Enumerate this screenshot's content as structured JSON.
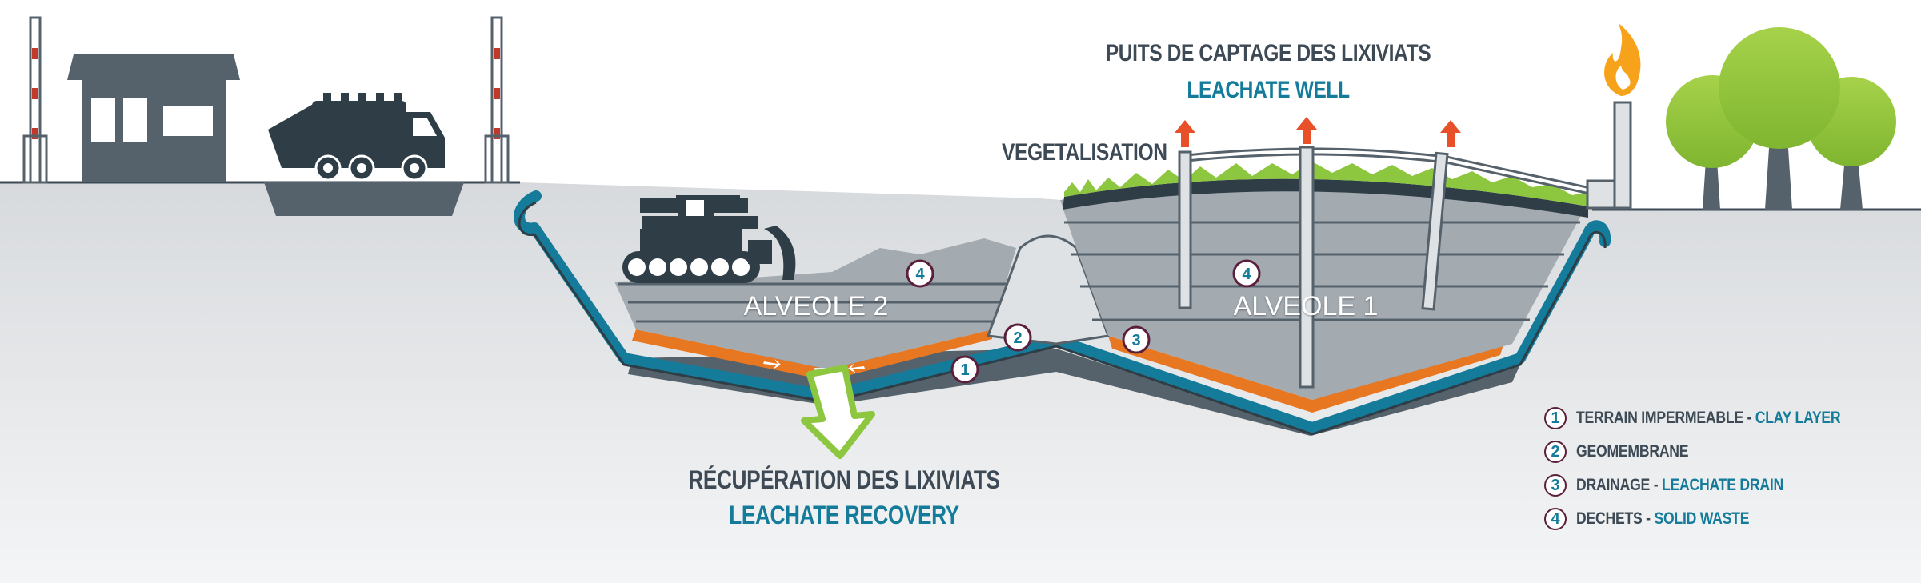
{
  "labels": {
    "well_fr": "PUITS DE CAPTAGE DES LIXIVIATS",
    "well_en": "LEACHATE WELL",
    "vegetalisation": "VEGETALISATION",
    "recovery_fr": "RÉCUPÉRATION DES LIXIVIATS",
    "recovery_en": "LEACHATE RECOVERY",
    "cell_2": "ALVEOLE 2",
    "cell_1": "ALVEOLE 1"
  },
  "markers": [
    "4",
    "4",
    "2",
    "1",
    "3"
  ],
  "legend": [
    {
      "number": "1",
      "fr": "TERRAIN IMPERMEABLE",
      "sep": " - ",
      "en": "CLAY LAYER"
    },
    {
      "number": "2",
      "fr": "GEOMEMBRANE",
      "sep": "",
      "en": ""
    },
    {
      "number": "3",
      "fr": "DRAINAGE",
      "sep": " - ",
      "en": "LEACHATE DRAIN"
    },
    {
      "number": "4",
      "fr": "DECHETS",
      "sep": " - ",
      "en": "SOLID WASTE"
    }
  ],
  "icons": [
    "barrier-icon",
    "guard-house-icon",
    "garbage-truck-icon",
    "bulldozer-icon",
    "flare-icon",
    "tree-icon",
    "gas-arrow-icon",
    "recovery-arrow-icon"
  ],
  "colors": {
    "ground": "#d6d9dc",
    "dark_slate": "#2f3e46",
    "teal": "#147c9a",
    "orange": "#e87722",
    "green": "#8dc63f",
    "waste": "#a3aab0",
    "red_arrow": "#e8502a",
    "flame": "#f7a21b",
    "legend_ring": "#5a1f3a"
  }
}
